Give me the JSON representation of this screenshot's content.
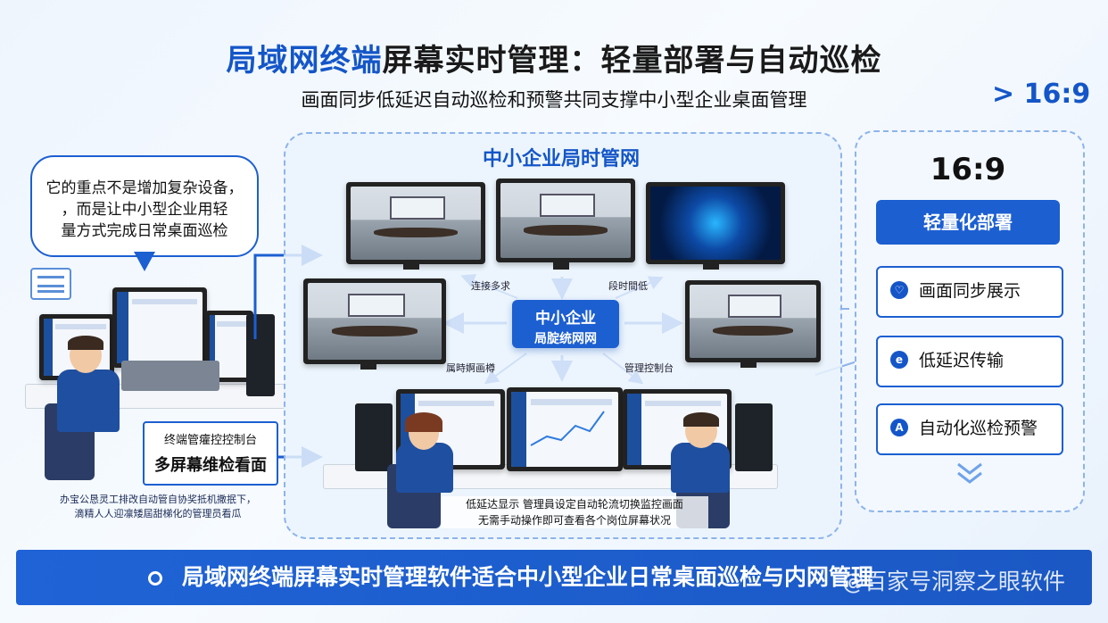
{
  "header": {
    "title_highlight": "局域网终端",
    "title_rest": "屏幕实时管理：轻量部署与自动巡检",
    "subtitle": "画面同步低延迟自动巡检和预警共同支撑中小型企业桌面管理",
    "ratio_badge": "> 16:9"
  },
  "diagram": {
    "network_title": "中小企业局时管网",
    "hub_line1": "中小企业",
    "hub_line2": "局腚统网网",
    "edge_labels": [
      "连接多求",
      "段时間低",
      "属時婀画樽",
      "管理控制台"
    ],
    "bottom_caption_line1": "低延达显示 管理員设定自动轮流切换监控画面",
    "bottom_caption_line2": "无需手动操作即可查看各个岗位屏幕状况"
  },
  "left": {
    "bubble_lines": [
      "它的重点不是增加复杂设备，",
      "，而是让中小型企业用轻",
      "量方式完成日常桌面巡检"
    ],
    "panel_line1": "终端管癨控控制台",
    "panel_line2": "多屏幕维检看面",
    "note_line1": "办宝公恳灵工排改自动管自协奖抵机撒抿下，",
    "note_line2": "滴精人人迎凛矮屆甜梯化的管理员看瓜"
  },
  "side": {
    "ratio": "16:9",
    "primary_label": "轻量化部署",
    "features": [
      {
        "label": "画面同步展示",
        "icon": "heart-shield-icon",
        "glyph": "♡"
      },
      {
        "label": "低延迟传输",
        "icon": "speed-icon",
        "glyph": "e"
      },
      {
        "label": "自动化巡检预警",
        "icon": "alert-person-icon",
        "glyph": "A"
      }
    ],
    "more_icon": "double-chevron-down-icon"
  },
  "footer": {
    "banner_text": "局域网终端屏幕实时管理软件适合中小型企业日常桌面巡检与内网管理",
    "watermark": "@百家号洞察之眼软件"
  },
  "colors": {
    "accent": "#1c5fd1",
    "title_blue": "#1456c8",
    "background": "#eef5fd"
  }
}
